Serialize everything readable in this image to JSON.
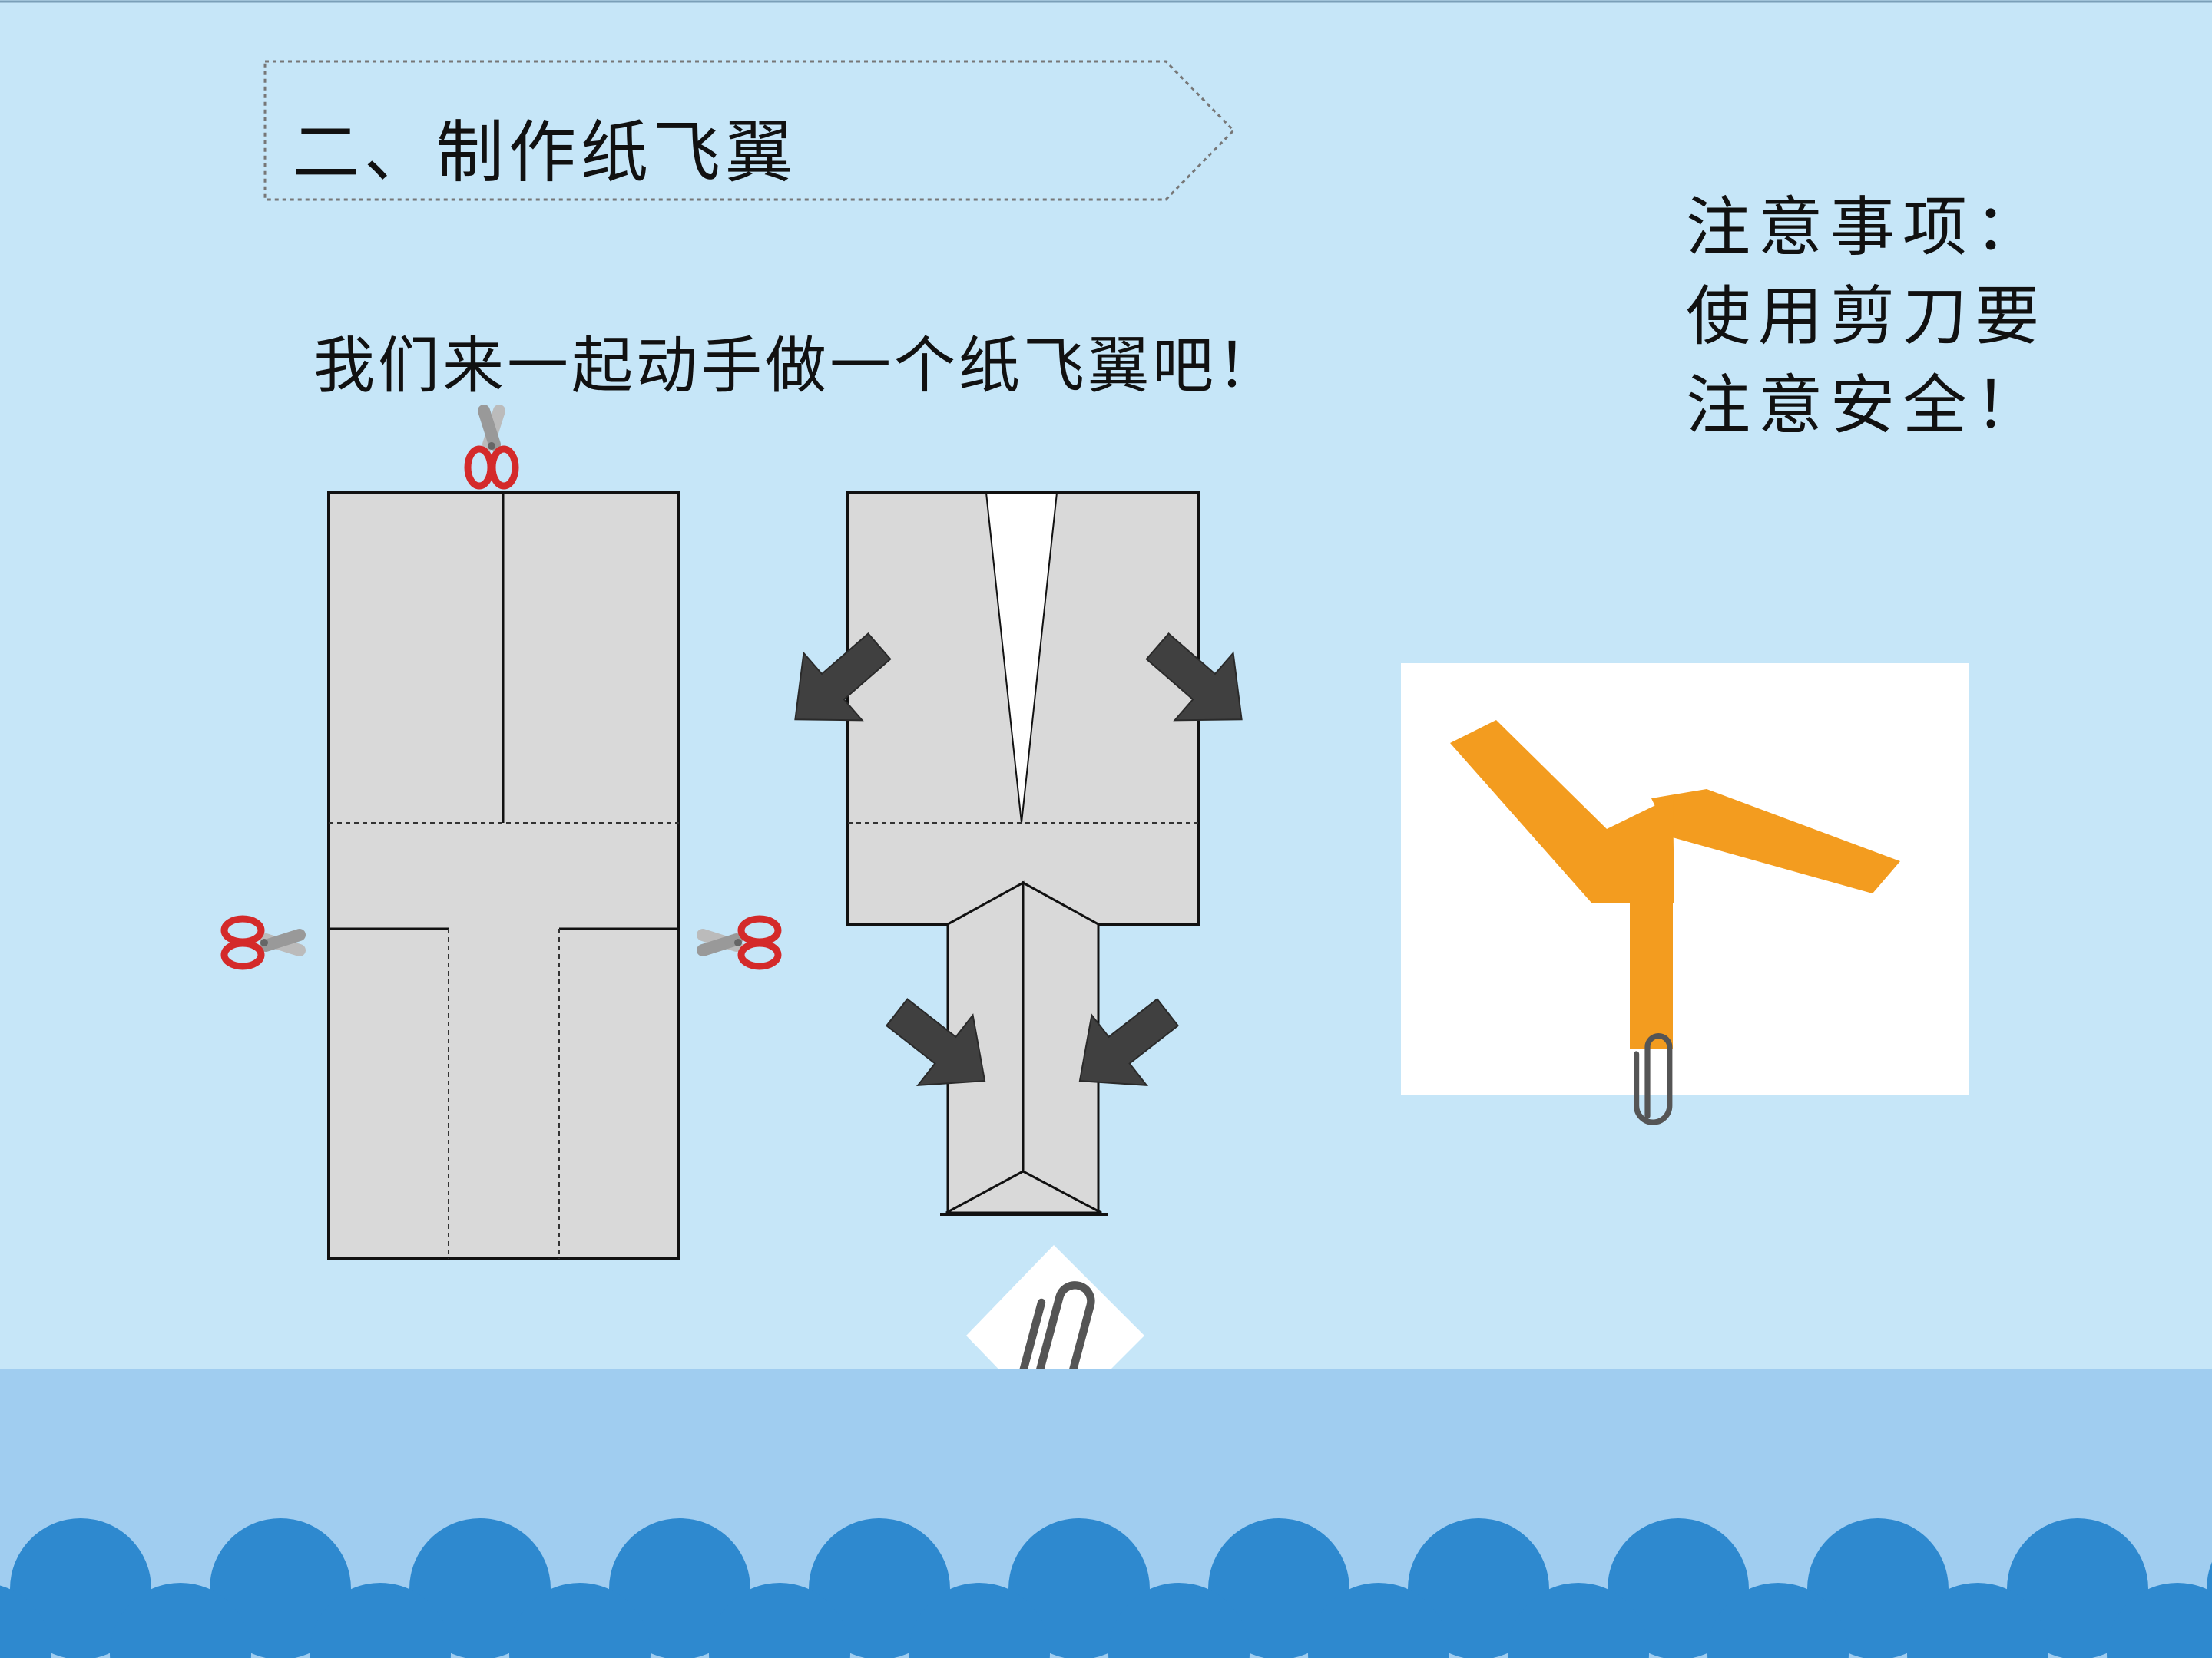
{
  "slide": {
    "title": "二、制作纸飞翼",
    "intro": "我们来一起动手做一个纸飞翼吧！",
    "notes": {
      "heading": "注意事项：",
      "line1": "使用剪刀要",
      "line2": "注意安全！"
    }
  },
  "icons": {
    "scissors": "scissors-icon",
    "arrow": "arrow-icon",
    "paperclip": "paperclip-icon"
  },
  "colors": {
    "background": "#c6e6f8",
    "paper": "#d9d9d9",
    "arrow": "#404040",
    "wing": "#f39c1f",
    "wave_light": "#a0cdf0",
    "wave_dark": "#2e89cf"
  }
}
